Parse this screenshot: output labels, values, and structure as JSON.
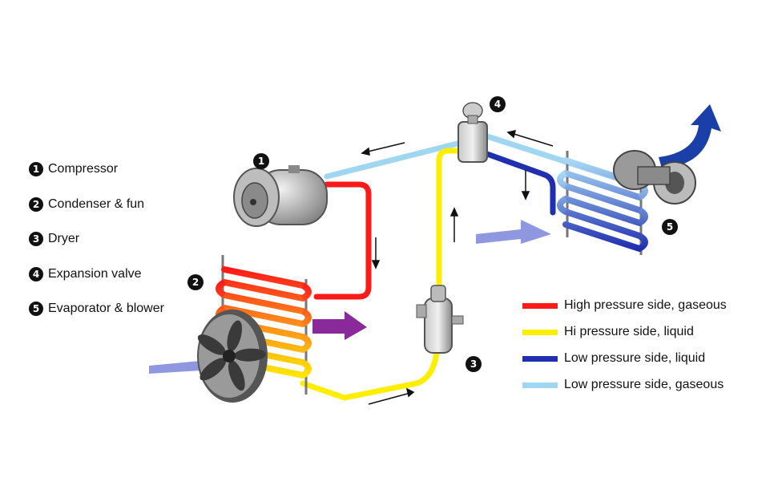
{
  "components": [
    {
      "num": "1",
      "label": "Compressor"
    },
    {
      "num": "2",
      "label": "Condenser & fun"
    },
    {
      "num": "3",
      "label": "Dryer"
    },
    {
      "num": "4",
      "label": "Expansion valve"
    },
    {
      "num": "5",
      "label": "Evaporator & blower"
    }
  ],
  "legend": [
    {
      "label": "High pressure side, gaseous",
      "color": "#ff1a1a"
    },
    {
      "label": "Hi pressure side, liquid",
      "color": "#ffee00"
    },
    {
      "label": "Low pressure side, liquid",
      "color": "#1f2fb0"
    },
    {
      "label": "Low pressure side, gaseous",
      "color": "#9fd6f2"
    }
  ],
  "colors": {
    "airflow_in": "#8f97e0",
    "airflow_hot": "#8a2a9a",
    "airflow_out": "#1a3fa8",
    "component_gray": "#9a9a9a"
  }
}
